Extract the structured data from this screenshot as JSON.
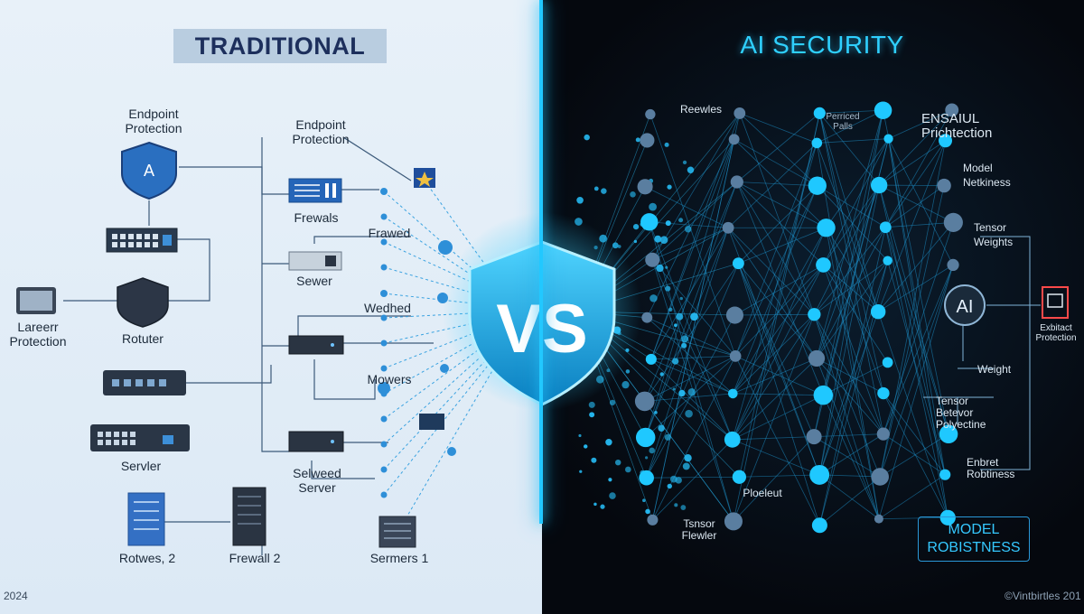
{
  "titles": {
    "left": "TRADITIONAL",
    "right": "AI SECURITY",
    "center": "VS"
  },
  "traditional": {
    "endpoint_protection_1": "Endpoint Protection",
    "endpoint_protection_2": "Endpoint Protection",
    "shield_letter": "A",
    "firewalls": "Frewals",
    "frawed": "Frawed",
    "sewer": "Sewer",
    "wedhed": "Wedhed",
    "mowers": "Mowers",
    "laerr_protection": "Lareerr Protection",
    "router": "Rotuter",
    "servler": "Servler",
    "sewed_server": "Selweed Server",
    "rotwes": "Rotwes, 2",
    "firewall2": "Frewall 2",
    "sermers": "Sermers 1"
  },
  "ai_security": {
    "reewles": "Reewles",
    "small_labels": "Perriced Palls",
    "ensaiul": "ENSAIUL Prichtection",
    "model_netkiness": "Model Netkiness",
    "tensor_weights": "Tensor Weights",
    "ai_node": "AI",
    "ext_protection": "Exbitact Protection",
    "weight": "Weight",
    "tensor_betevor": "Tensor Betevor Polyectine",
    "enbret_robtiness": "Enbret Robtiness",
    "ploeleut": "Ploeleut",
    "tensor_flewer": "Tsnsor Flewler",
    "model_robustness": "MODEL ROBISTNESS"
  },
  "footer": {
    "year": "2024",
    "copyright": "©Vintbirtles 201"
  },
  "colors": {
    "left_bg": "#e3eef8",
    "right_bg": "#05080e",
    "accent": "#22c8ff",
    "device": "#2a3a4e"
  }
}
